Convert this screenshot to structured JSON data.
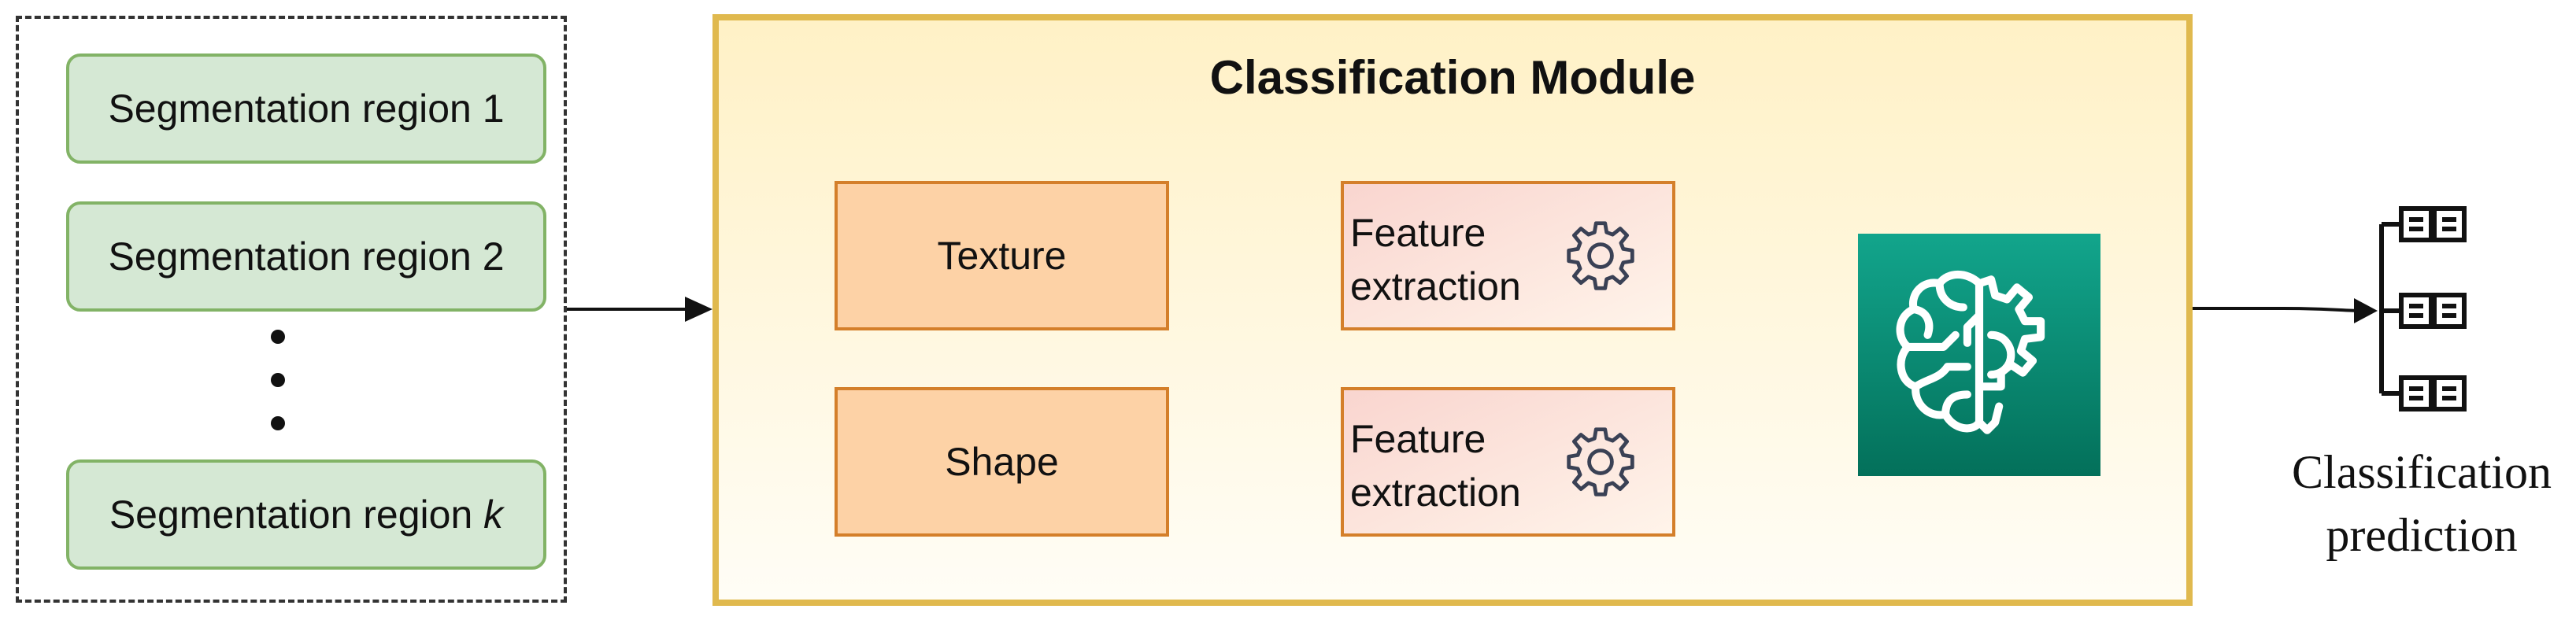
{
  "segmentation": {
    "region1_label": "Segmentation region 1",
    "region2_label": "Segmentation region 2",
    "regionk_prefix": "Segmentation region ",
    "regionk_index": "k"
  },
  "module": {
    "title": "Classification Module",
    "texture_label": "Texture",
    "shape_label": "Shape",
    "feature_extraction_line1": "Feature",
    "feature_extraction_line2": "extraction"
  },
  "output": {
    "label_line1": "Classification",
    "label_line2": "prediction"
  },
  "colors": {
    "segment_fill": "#d5e8d4",
    "segment_border": "#82b366",
    "module_border": "#e0b94e",
    "feature_fill": "#fdd2a6",
    "feature_border": "#d47f2a",
    "ml_teal": "#03705a"
  },
  "icons": {
    "feature_extraction": "gear-icon",
    "model": "brain-gear-icon",
    "prediction": "hierarchy-icon"
  }
}
